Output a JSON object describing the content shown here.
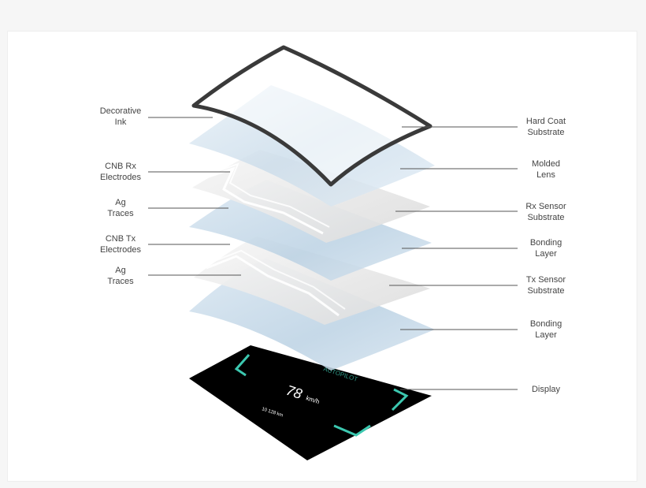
{
  "labels": {
    "left": [
      {
        "line1": "Decorative",
        "line2": "Ink"
      },
      {
        "line1": "CNB Rx",
        "line2": "Electrodes"
      },
      {
        "line1": "Ag",
        "line2": "Traces"
      },
      {
        "line1": "CNB Tx",
        "line2": "Electrodes"
      },
      {
        "line1": "Ag",
        "line2": "Traces"
      }
    ],
    "right": [
      {
        "line1": "Hard Coat",
        "line2": "Substrate"
      },
      {
        "line1": "Molded",
        "line2": "Lens"
      },
      {
        "line1": "Rx Sensor",
        "line2": "Substrate"
      },
      {
        "line1": "Bonding",
        "line2": "Layer"
      },
      {
        "line1": "Tx Sensor",
        "line2": "Substrate"
      },
      {
        "line1": "Bonding",
        "line2": "Layer"
      },
      {
        "line1": "Display",
        "line2": ""
      }
    ]
  },
  "display": {
    "speed": "78",
    "speed_unit": "km/h",
    "mode": "AUTOPILOT",
    "odometer": "10 128 km"
  },
  "colors": {
    "background": "#f6f6f6",
    "label_text": "#444444",
    "leader_line": "#555555",
    "layer_tint": "#c9dcea",
    "display_screen": "#000000",
    "display_accent": "#3cc8b0"
  }
}
